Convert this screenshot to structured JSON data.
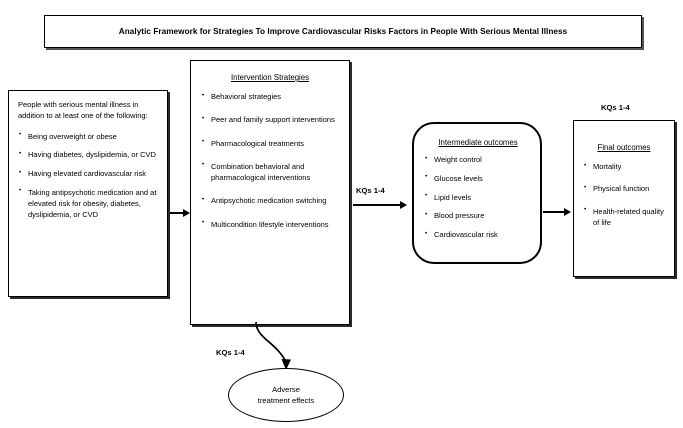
{
  "title": {
    "text": "Analytic Framework for Strategies To Improve Cardiovascular Risks Factors in People With Serious Mental Illness"
  },
  "population": {
    "intro": "People with serious mental illness in addition to at least one of the following:",
    "items": [
      "Being overweight or obese",
      "Having diabetes, dyslipidemia, or CVD",
      "Having elevated cardiovascular risk",
      "Taking antipsychotic medication and at elevated risk for obesity, diabetes, dyslipidemia, or CVD"
    ]
  },
  "interventions": {
    "heading": "Intervention Strategies",
    "items": [
      "Behavioral strategies",
      "Peer and family support interventions",
      "Pharmacological treatments",
      "Combination behavioral and pharmacological interventions",
      "Antipsychotic medication switching",
      "Multicondition lifestyle interventions"
    ]
  },
  "intermediate": {
    "heading": "Intermediate outcomes",
    "items": [
      "Weight control",
      "Glucose levels",
      "Lipid levels",
      "Blood pressure",
      "Cardiovascular risk"
    ]
  },
  "final": {
    "heading": "Final outcomes",
    "items": [
      "Mortality",
      "Physical function",
      "Health-related quality of life"
    ]
  },
  "adverse": {
    "line1": "Adverse",
    "line2": "treatment effects"
  },
  "labels": {
    "kq_middle": "KQs 1-4",
    "kq_final": "KQs 1-4",
    "kq_adverse": "KQs 1-4"
  },
  "colors": {
    "stroke": "#000000",
    "background": "#ffffff",
    "shadow": "#2a2a2a"
  }
}
